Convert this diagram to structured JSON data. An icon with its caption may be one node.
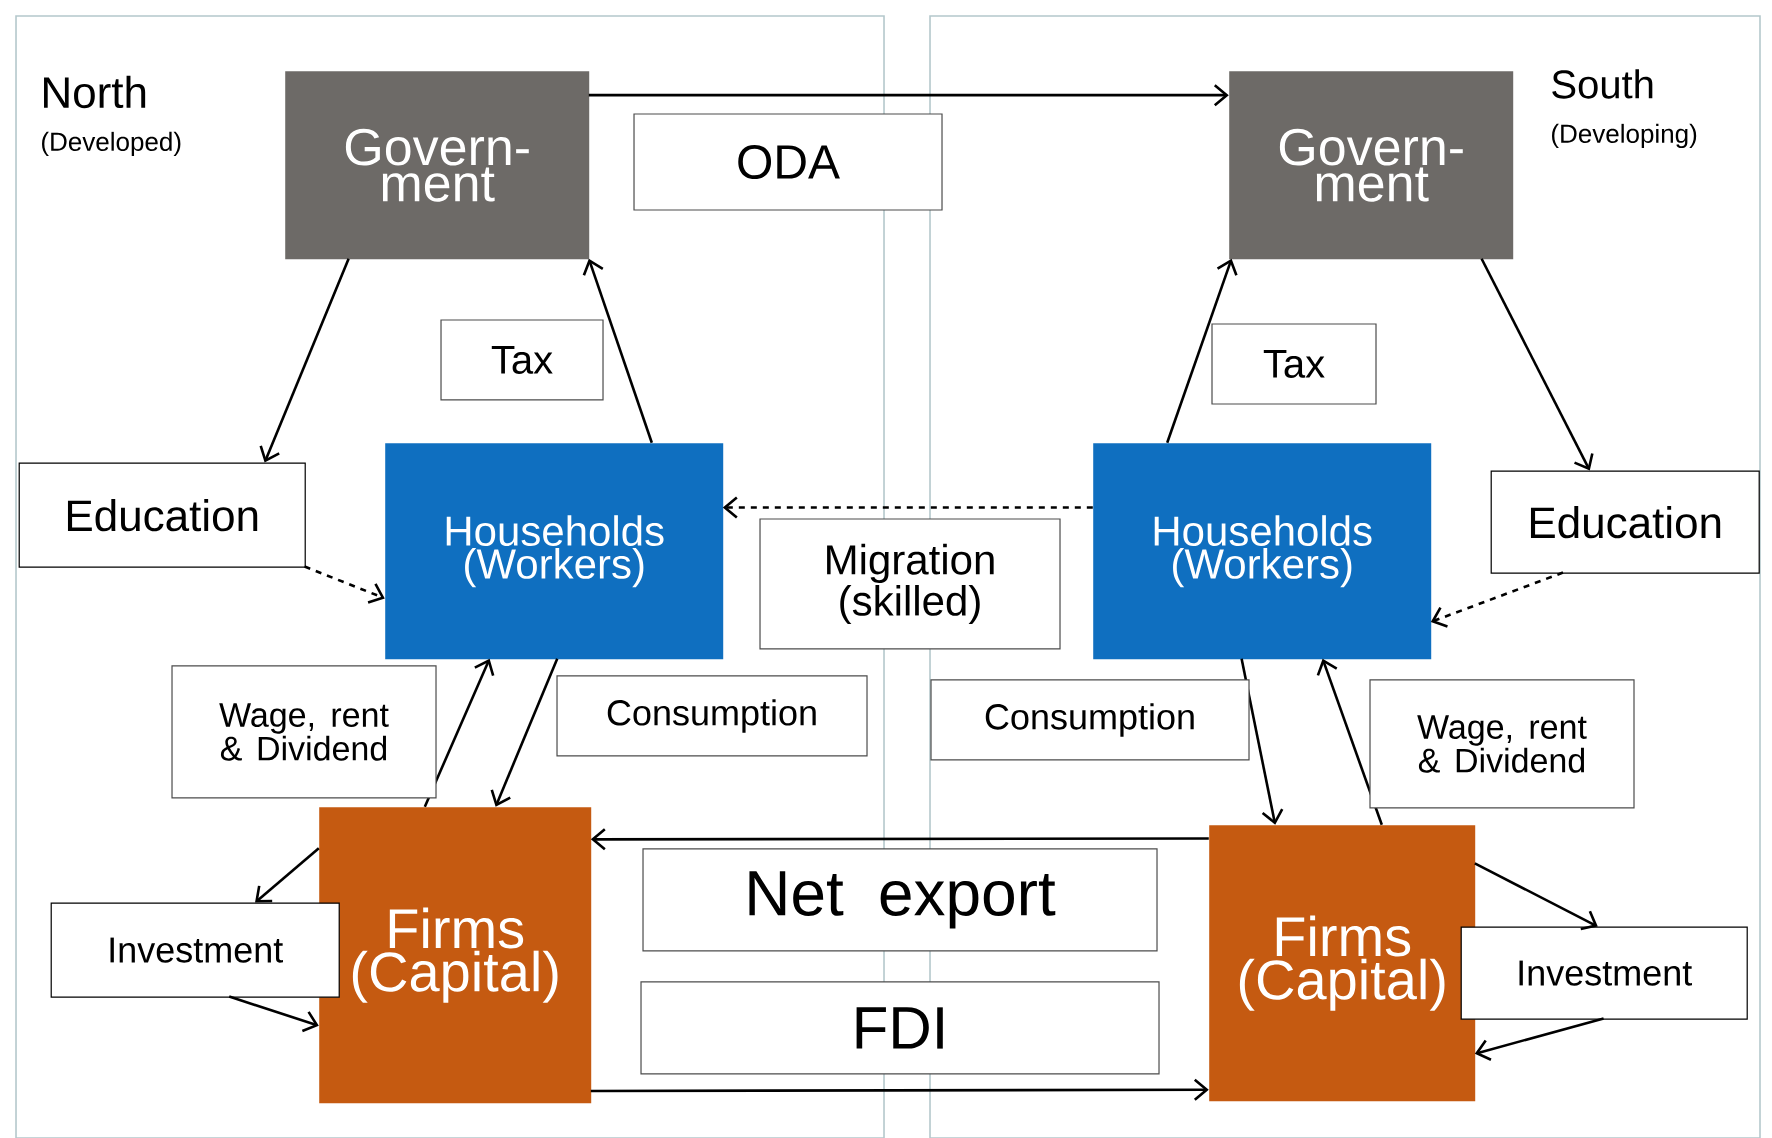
{
  "diagram": {
    "nodes": [
      {
        "text": [
          "North",
          "(Developed)"
        ]
      },
      {
        "text": [
          "South",
          "(Developing)"
        ]
      },
      {
        "text": [
          "Govern- ment"
        ],
        "in": 0
      },
      {
        "text": [
          "Govern- ment"
        ],
        "in": 1
      },
      {
        "text": [
          "Education"
        ],
        "in": 0
      },
      {
        "text": [
          "Households (Workers)"
        ],
        "in": 0
      },
      {
        "text": [
          "Households (Workers)"
        ],
        "in": 1
      },
      {
        "text": [
          "Education"
        ],
        "in": 1
      },
      {
        "text": [
          "Firms (Capital)"
        ],
        "in": 0
      },
      {
        "text": [
          "Firms (Capital)"
        ],
        "in": 1
      },
      {
        "text": [
          "Investment"
        ],
        "in": 0
      },
      {
        "text": [
          "Investment"
        ],
        "in": 1
      }
    ],
    "edges": [
      {
        "from": 2,
        "to": 3,
        "arrow": "to",
        "label": "ODA"
      },
      {
        "from": 5,
        "to": 2,
        "arrow": "to",
        "label": "Tax"
      },
      {
        "from": 2,
        "to": 4,
        "arrow": "to"
      },
      {
        "from": 4,
        "to": 5,
        "arrow": "to",
        "style": "dashed"
      },
      {
        "from": 6,
        "to": 5,
        "arrow": "to",
        "style": "dashed",
        "label": "Migration (skilled)"
      },
      {
        "from": 8,
        "to": 5,
        "arrow": "to",
        "label": "Wage, rent & Dividend"
      },
      {
        "from": 5,
        "to": 8,
        "arrow": "to",
        "label": "Consumption"
      },
      {
        "from": 8,
        "to": 10,
        "arrow": "to"
      },
      {
        "from": 10,
        "to": 8,
        "arrow": "to"
      },
      {
        "from": 9,
        "to": 8,
        "arrow": "to",
        "label": "Net export"
      },
      {
        "from": 8,
        "to": 9,
        "arrow": "to",
        "label": "FDI"
      },
      {
        "from": 6,
        "to": 3,
        "arrow": "to",
        "label": "Tax"
      },
      {
        "from": 3,
        "to": 7,
        "arrow": "to"
      },
      {
        "from": 7,
        "to": 6,
        "arrow": "to",
        "style": "dashed"
      },
      {
        "from": 6,
        "to": 9,
        "arrow": "to",
        "label": "Consumption"
      },
      {
        "from": 9,
        "to": 6,
        "arrow": "to",
        "label": "Wage, rent & Dividend"
      },
      {
        "from": 9,
        "to": 11,
        "arrow": "to"
      },
      {
        "from": 11,
        "to": 9,
        "arrow": "to"
      }
    ]
  }
}
